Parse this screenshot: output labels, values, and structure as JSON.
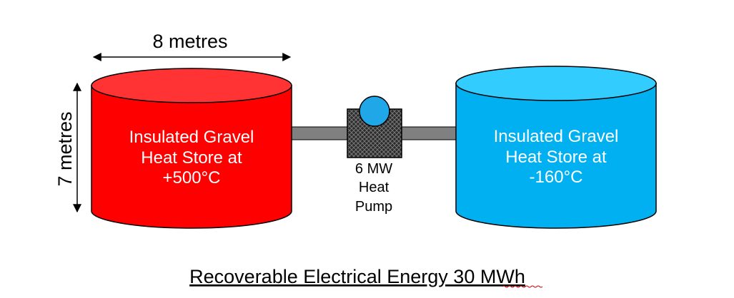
{
  "diagram": {
    "width_label": "8 metres",
    "height_label": "7 metres",
    "hot_store": {
      "line1": "Insulated Gravel",
      "line2": "Heat Store at",
      "line3": "+500°C",
      "color": "#ff0000",
      "top_color": "#ff3333"
    },
    "cold_store": {
      "line1": "Insulated Gravel",
      "line2": "Heat Store at",
      "line3": "-160°C",
      "color": "#00b0f0",
      "top_color": "#33ccff"
    },
    "heat_pump": {
      "line1": "6 MW",
      "line2": "Heat",
      "line3": "Pump",
      "box_color": "#333333",
      "ball_color": "#1fa7e8"
    },
    "pipe_color": "#808080",
    "caption": "Recoverable Electrical Energy 30 MWh"
  }
}
